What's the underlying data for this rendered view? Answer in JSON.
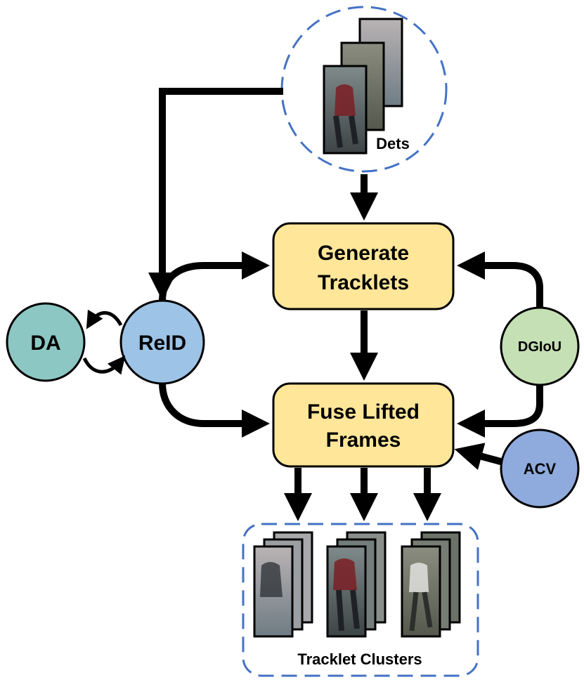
{
  "nodes": {
    "dets": "Dets",
    "generate": [
      "Generate",
      "Tracklets"
    ],
    "fuse": [
      "Fuse Lifted",
      "Frames"
    ],
    "reid": "ReID",
    "da": "DA",
    "dgiou": "DGIoU",
    "acv": "ACV",
    "clusters": "Tracklet Clusters"
  },
  "colors": {
    "box_fill": "#FFE699",
    "reid": "#9DC3E6",
    "da": "#8CC7C3",
    "dgiou": "#C5E0B4",
    "acv": "#8FAADC",
    "dashed": "#4472C4"
  }
}
